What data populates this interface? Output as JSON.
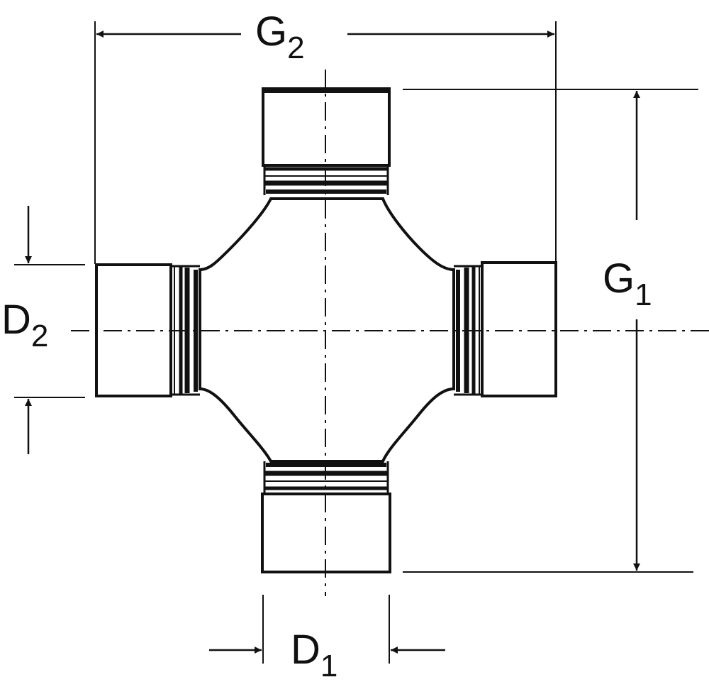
{
  "labels": {
    "g2": {
      "base": "G",
      "sub": "2"
    },
    "g1": {
      "base": "G",
      "sub": "1"
    },
    "d2": {
      "base": "D",
      "sub": "2"
    },
    "d1": {
      "base": "D",
      "sub": "1"
    }
  },
  "colors": {
    "stroke": "#111111",
    "background": "#ffffff"
  }
}
